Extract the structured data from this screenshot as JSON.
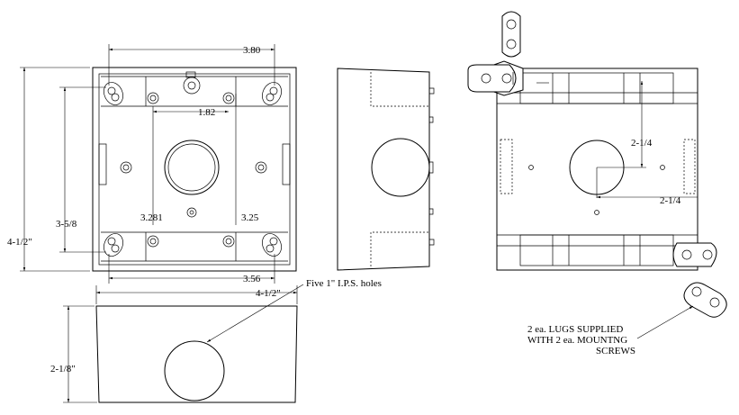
{
  "dimensions": {
    "top_width": "3.80",
    "lug_span": "1.82",
    "left_height": "4-1/2\"",
    "inner_height": "3-5/8",
    "hole_offset_a": "3.281",
    "hole_offset_b": "3.25",
    "bottom_span": "3.56",
    "overall_width": "4-1/2\"",
    "depth": "2-1/8\"",
    "rear_vertical": "2-1/4",
    "rear_horizontal": "2-1/4"
  },
  "callouts": {
    "holes": "Five 1\" I.P.S. holes",
    "lugs_line1": "2 ea. LUGS SUPPLIED",
    "lugs_line2": "WITH 2 ea. MOUNTNG",
    "lugs_line3": "SCREWS"
  }
}
